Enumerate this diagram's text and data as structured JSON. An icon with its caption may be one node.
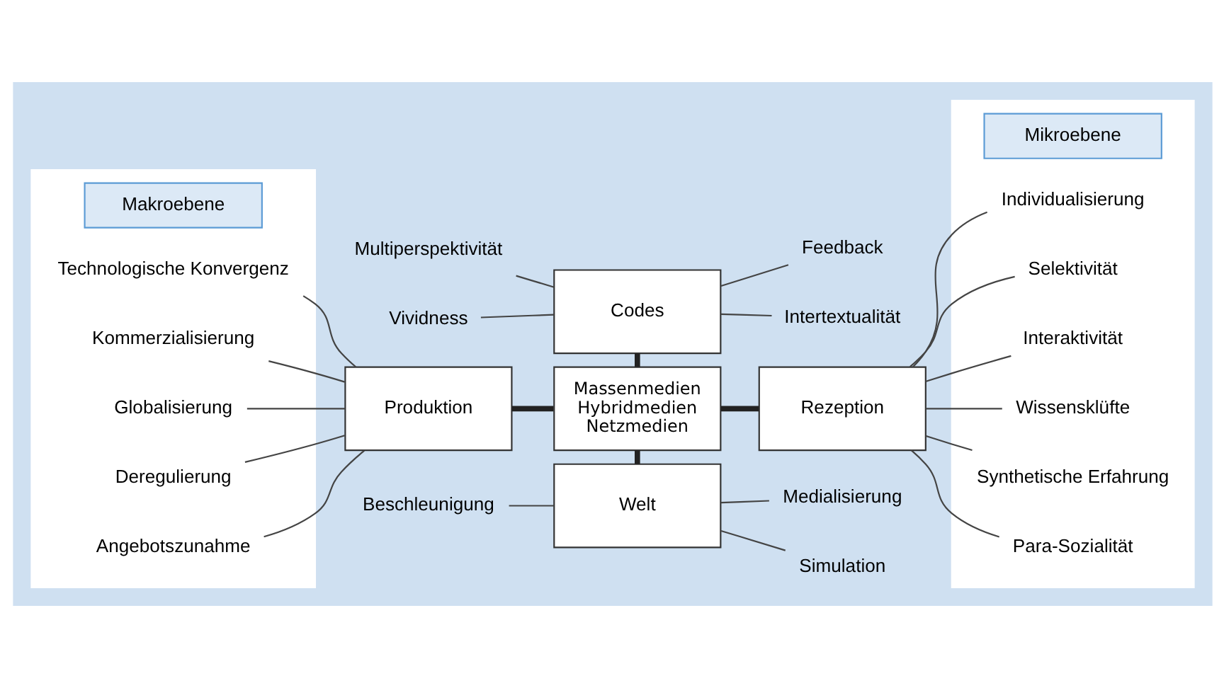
{
  "diagram": {
    "nodes": [
      {
        "text": [],
        "shape": "box"
      },
      {
        "text": [
          "Makroebene"
        ],
        "in": 0
      },
      {
        "text": [
          "Technologische Konvergenz"
        ],
        "in": 0
      },
      {
        "text": [
          "Kommerzialisierung"
        ],
        "in": 0
      },
      {
        "text": [
          "Globalisierung"
        ],
        "in": 0
      },
      {
        "text": [
          "Deregulierung"
        ],
        "in": 0
      },
      {
        "text": [
          "Angebotszunahme"
        ],
        "in": 0
      },
      {
        "text": [],
        "shape": "box"
      },
      {
        "text": [
          "Mikroebene"
        ],
        "in": 7
      },
      {
        "text": [
          "Individualisierung"
        ],
        "in": 7
      },
      {
        "text": [
          "Selektivität"
        ],
        "in": 7
      },
      {
        "text": [
          "Interaktivität"
        ],
        "in": 7
      },
      {
        "text": [
          "Wissensklüfte"
        ],
        "in": 7
      },
      {
        "text": [
          "Synthetische Erfahrung"
        ],
        "in": 7
      },
      {
        "text": [
          "Para-Sozialität"
        ],
        "in": 7
      },
      {
        "text": [
          "Multiperspektivität"
        ]
      },
      {
        "text": [
          "Intertextualität"
        ]
      },
      {
        "text": [
          "Vividness"
        ]
      },
      {
        "text": [
          "Feedback"
        ]
      },
      {
        "text": [
          "Codes"
        ]
      },
      {
        "text": [
          "Produktion"
        ]
      },
      {
        "text": [
          "Massenmedien Hybridmedien Netzmedien"
        ]
      },
      {
        "text": [
          "Rezeption"
        ]
      },
      {
        "text": [
          "Welt"
        ]
      },
      {
        "text": [
          "Beschleunigung"
        ]
      },
      {
        "text": [
          "Simulation"
        ]
      },
      {
        "text": [
          "Medialisierung"
        ]
      }
    ],
    "edges": [
      {
        "from": 2,
        "to": 20,
        "arrow": "none"
      },
      {
        "from": 3,
        "to": 20,
        "arrow": "none"
      },
      {
        "from": 4,
        "to": 20,
        "arrow": "none"
      },
      {
        "from": 5,
        "to": 20,
        "arrow": "none"
      },
      {
        "from": 6,
        "to": 20,
        "arrow": "none"
      },
      {
        "from": 22,
        "to": 9,
        "arrow": "none"
      },
      {
        "from": 22,
        "to": 10,
        "arrow": "none"
      },
      {
        "from": 22,
        "to": 11,
        "arrow": "none"
      },
      {
        "from": 22,
        "to": 12,
        "arrow": "none"
      },
      {
        "from": 22,
        "to": 13,
        "arrow": "none"
      },
      {
        "from": 22,
        "to": 14,
        "arrow": "none"
      },
      {
        "from": 15,
        "to": 19,
        "arrow": "none"
      },
      {
        "from": 17,
        "to": 19,
        "arrow": "none"
      },
      {
        "from": 19,
        "to": 16,
        "arrow": "none"
      },
      {
        "from": 19,
        "to": 18,
        "arrow": "none"
      },
      {
        "from": 19,
        "to": 21,
        "arrow": "none",
        "style": "thick"
      },
      {
        "from": 20,
        "to": 21,
        "arrow": "none",
        "style": "thick"
      },
      {
        "from": 21,
        "to": 22,
        "arrow": "none",
        "style": "thick"
      },
      {
        "from": 21,
        "to": 23,
        "arrow": "none",
        "style": "thick"
      },
      {
        "from": 24,
        "to": 23,
        "arrow": "none"
      },
      {
        "from": 23,
        "to": 25,
        "arrow": "none"
      },
      {
        "from": 23,
        "to": 26,
        "arrow": "none"
      }
    ]
  }
}
